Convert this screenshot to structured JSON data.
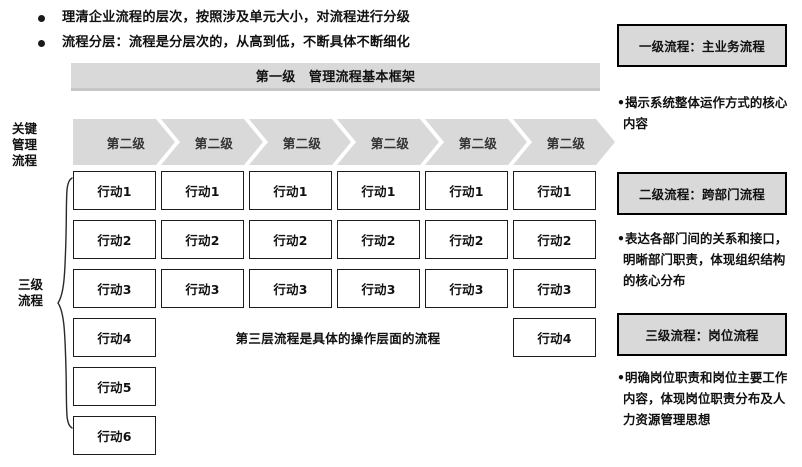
{
  "bullets": [
    {
      "text": "理清企业流程的层次，按照涉及单元大小，对流程进行分级"
    },
    {
      "text": "流程分层：流程是分层次的，从高到低，不断具体不断细化"
    }
  ],
  "banner": {
    "text": "第一级　管理流程基本框架"
  },
  "axis_labels": {
    "key_process": "关键\n管理\n流程",
    "level3_process": "三级\n流程"
  },
  "chevrons": [
    {
      "label": "第二级"
    },
    {
      "label": "第二级"
    },
    {
      "label": "第二级"
    },
    {
      "label": "第二级"
    },
    {
      "label": "第二级"
    },
    {
      "label": "第二级"
    }
  ],
  "grid": {
    "columns": 6,
    "rows": [
      {
        "cells": [
          "行动1",
          "行动1",
          "行动1",
          "行动1",
          "行动1",
          "行动1"
        ]
      },
      {
        "cells": [
          "行动2",
          "行动2",
          "行动2",
          "行动2",
          "行动2",
          "行动2"
        ]
      },
      {
        "cells": [
          "行动3",
          "行动3",
          "行动3",
          "行动3",
          "行动3",
          "行动3"
        ]
      },
      {
        "cells": [
          "行动4",
          null,
          null,
          null,
          null,
          "行动4"
        ],
        "note": "第三层流程是具体的操作层面的流程"
      },
      {
        "cells": [
          "行动5",
          null,
          null,
          null,
          null,
          null
        ]
      },
      {
        "cells": [
          "行动6",
          null,
          null,
          null,
          null,
          null
        ]
      }
    ]
  },
  "side_panel": {
    "items": [
      {
        "title": "一级流程：主业务流程",
        "note": "•揭示系统整体运作方式的核心内容"
      },
      {
        "title": "二级流程：跨部门流程",
        "note": "•表达各部门间的关系和接口，明晰部门职责，体现组织结构的核心分布"
      },
      {
        "title": "三级流程：岗位流程",
        "note": "•明确岗位职责和岗位主要工作内容，体现岗位职责分布及人力资源管理思想"
      }
    ]
  },
  "colors": {
    "banner_fill": "#d9d9d9",
    "chevron_fill": "#d9d9d9",
    "side_box_fill": "#d9d9d9",
    "box_border": "#000000",
    "text": "#111111"
  }
}
